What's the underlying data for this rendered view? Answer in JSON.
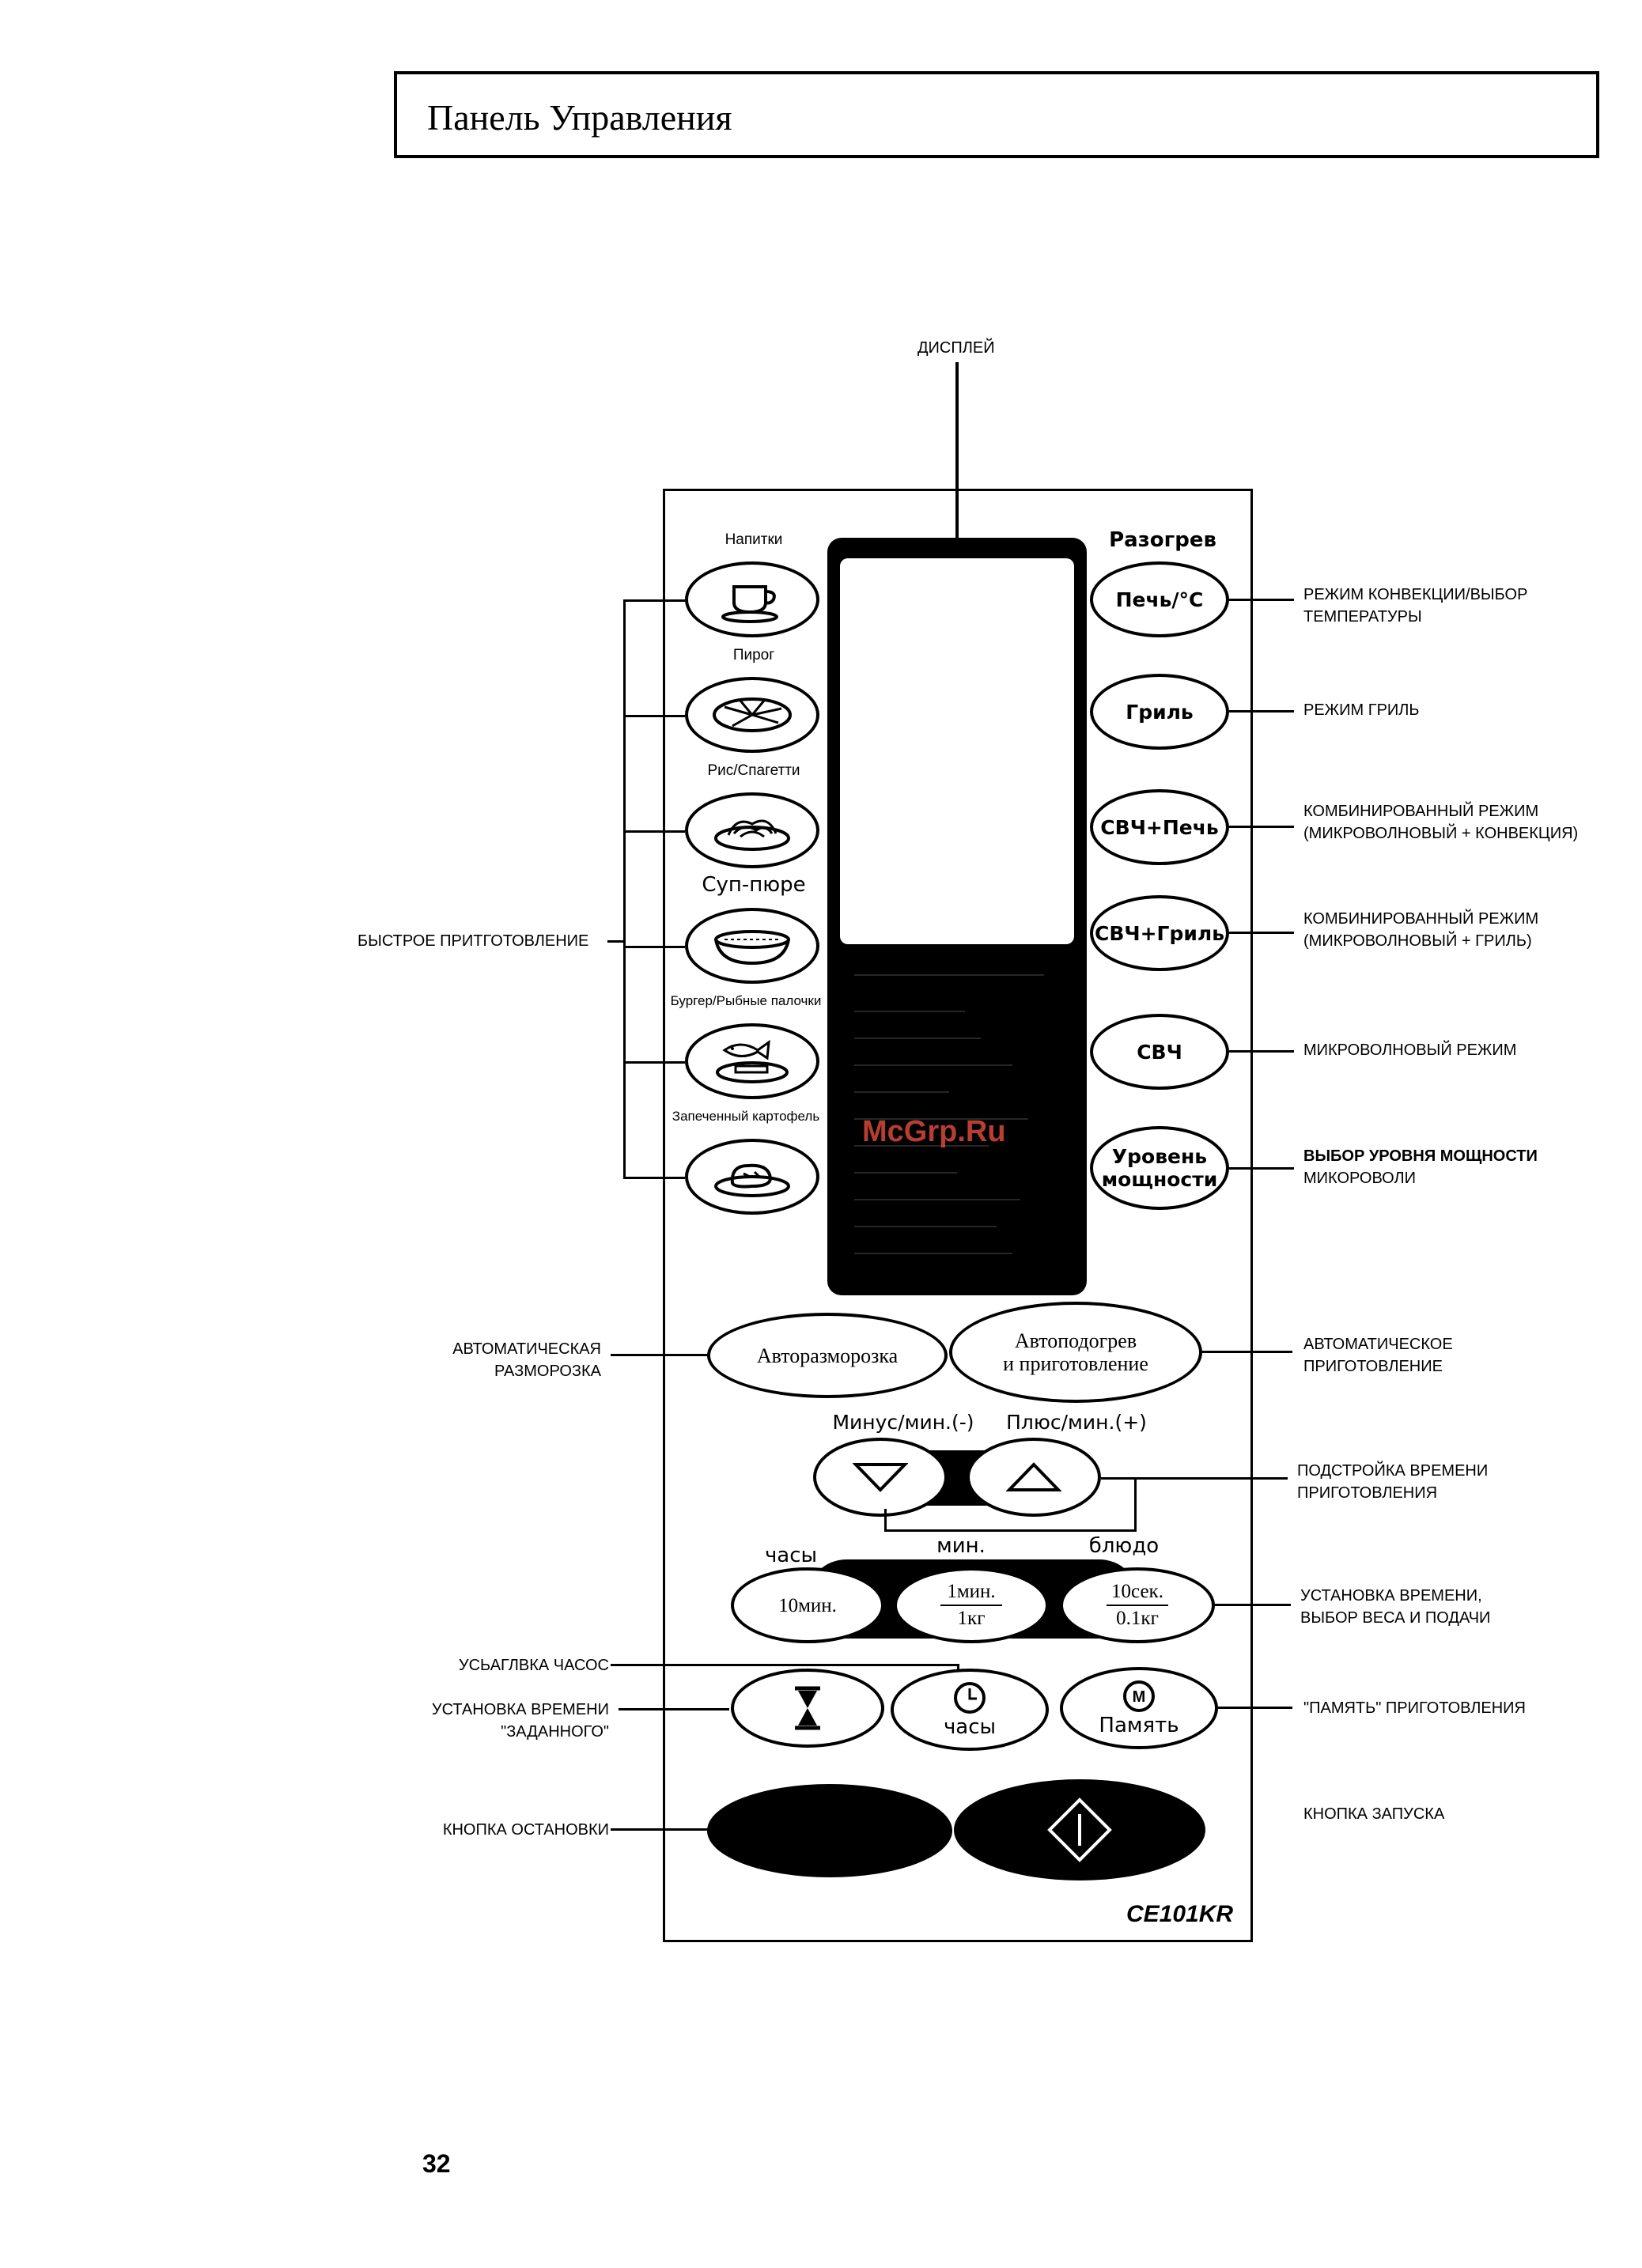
{
  "page": {
    "title": "Панель Управления",
    "page_number": "32",
    "watermark": "McGrp.Ru",
    "model": "CE101KR"
  },
  "display": {
    "label": "ДИСПЛЕЙ"
  },
  "quick_cook": {
    "label": "БЫСТРОЕ ПРИТГОТОВЛЕНИЕ",
    "buttons": [
      {
        "caption": "Напитки",
        "icon": "cup-icon"
      },
      {
        "caption": "Пирог",
        "icon": "pie-icon"
      },
      {
        "caption": "Рис/Спагетти",
        "icon": "spaghetti-icon"
      },
      {
        "caption": "Суп-пюре",
        "icon": "soup-bowl-icon"
      },
      {
        "caption": "Бургер/Рыбные палочки",
        "icon": "fish-icon"
      },
      {
        "caption": "Запеченный картофель",
        "icon": "potato-icon"
      }
    ]
  },
  "modes": {
    "reheat_caption": "Разогрев",
    "buttons": [
      {
        "label": "Печь/°C",
        "desc1": "РЕЖИМ КОНВЕКЦИИ/ВЫБОР",
        "desc2": "ТЕМПЕРАТУРЫ"
      },
      {
        "label": "Гриль",
        "desc1": "РЕЖИМ ГРИЛЬ",
        "desc2": ""
      },
      {
        "label": "СВЧ+Печь",
        "desc1": "КОМБИНИРОВАННЫЙ РЕЖИМ",
        "desc2": "(МИКРОВОЛНОВЫЙ + КОНВЕКЦИЯ)"
      },
      {
        "label": "СВЧ+Гриль",
        "desc1": "КОМБИНИРОВАННЫЙ РЕЖИМ",
        "desc2": "(МИКРОВОЛНОВЫЙ + ГРИЛЬ)"
      },
      {
        "label": "СВЧ",
        "desc1": "МИКРОВОЛНОВЫЙ РЕЖИМ",
        "desc2": ""
      },
      {
        "label1": "Уровень",
        "label2": "мощности",
        "desc1": "ВЫБОР УРОВНЯ МОЩНОСТИ",
        "desc2": "МИКОРОВОЛИ"
      }
    ]
  },
  "auto": {
    "defrost_button": "Авторазморозка",
    "defrost_label1": "АВТОМАТИЧЕСКАЯ",
    "defrost_label2": "РАЗМОРОЗКА",
    "cook_button1": "Автоподогрев",
    "cook_button2": "и приготовление",
    "cook_label1": "АВТОМАТИЧЕСКОЕ",
    "cook_label2": "ПРИГОТОВЛЕНИЕ"
  },
  "adjust": {
    "minus": "Минус/мин.(-)",
    "plus": "Плюс/мин.(+)",
    "label1": "ПОДСТРОЙКА ВРЕМЕНИ",
    "label2": "ПРИГОТОВЛЕНИЯ"
  },
  "time_set": {
    "hours_caption": "часы",
    "min_caption": "мин.",
    "dish_caption": "блюдо",
    "btn1": "10мин.",
    "btn2_top": "1мин.",
    "btn2_bottom": "1кг",
    "btn3_top": "10сек.",
    "btn3_bottom": "0.1кг",
    "label1": "УСТАНОВКА ВРЕМЕНИ,",
    "label2": "ВЫБОР ВЕСА И ПОДАЧИ"
  },
  "clock_row": {
    "clock_set_label": "УСЬАГЛВКА ЧАСОС",
    "timer_label1": "УСТАНОВКА ВРЕМЕНИ",
    "timer_label2": "\"ЗАДАННОГО\"",
    "clock_button": "часы",
    "memory_button": "Память",
    "memory_label": "\"ПАМЯТЬ\" ПРИГОТОВЛЕНИЯ"
  },
  "start_stop": {
    "stop_label": "КНОПКА ОСТАНОВКИ",
    "start_label": "КНОПКА ЗАПУСКА"
  }
}
